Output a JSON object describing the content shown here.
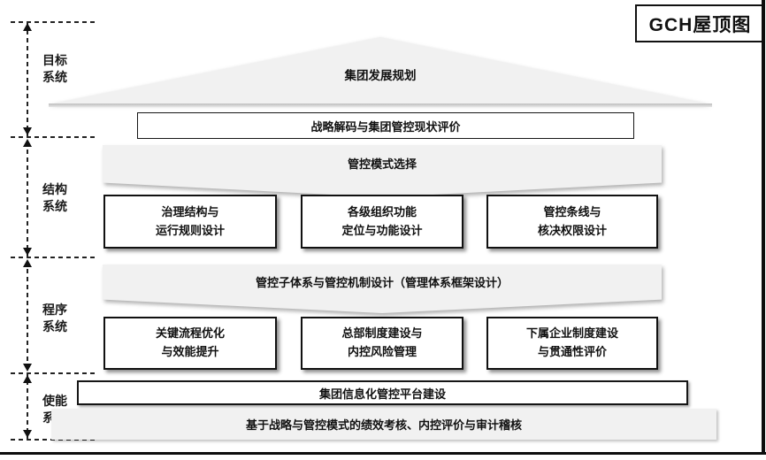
{
  "header": {
    "title": "GCH屋顶图"
  },
  "sections": {
    "goal": "目标\n系统",
    "structure": "结构\n系统",
    "procedure": "程序\n系统",
    "enable": "使能\n系统"
  },
  "diagram": {
    "apex": "集团发展规划",
    "bar_strategy": "战略解码与集团管控现状评价",
    "banner_mode": "管控模式选择",
    "row1": [
      "治理结构与\n运行规则设计",
      "各级组织功能\n定位与功能设计",
      "管控条线与\n核决权限设计"
    ],
    "banner_subsystem": "管控子体系与管控机制设计（管理体系框架设计）",
    "row2": [
      "关键流程优化\n与效能提升",
      "总部制度建设与\n内控风险管理",
      "下属企业制度建设\n与贯通性评价"
    ],
    "bar_platform": "集团信息化管控平台建设",
    "bar_assessment": "基于战略与管控模式的绩效考核、内控评价与审计稽核"
  },
  "colors": {
    "fill_gray": "#f1f1f1",
    "line_black": "#111111"
  }
}
